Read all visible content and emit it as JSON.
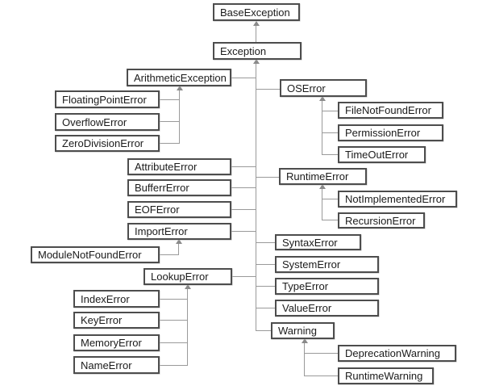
{
  "diagram": {
    "kind": "class-hierarchy",
    "root_label": "BaseException"
  },
  "colors": {
    "background": "#ffffff",
    "box_fill": "#ffffff",
    "box_border": "#4d4d4d",
    "connector": "#9a9a9a",
    "arrowhead": "#8a8a8a",
    "text": "#1b1b1b"
  },
  "nodes": {
    "base_exception": {
      "label": "BaseException"
    },
    "exception": {
      "label": "Exception"
    },
    "arithmetic_exception": {
      "label": "ArithmeticException"
    },
    "floating_point_error": {
      "label": "FloatingPointError"
    },
    "overflow_error": {
      "label": "OverflowError"
    },
    "zero_division_error": {
      "label": "ZeroDivisionError"
    },
    "os_error": {
      "label": "OSError"
    },
    "file_not_found_error": {
      "label": "FileNotFoundError"
    },
    "permission_error": {
      "label": "PermissionError"
    },
    "time_out_error": {
      "label": "TimeOutError"
    },
    "attribute_error": {
      "label": "AttributeError"
    },
    "bufferr_error": {
      "label": "BufferrError"
    },
    "eof_error": {
      "label": "EOFError"
    },
    "import_error": {
      "label": "ImportError"
    },
    "module_not_found_error": {
      "label": "ModuleNotFoundError"
    },
    "lookup_error": {
      "label": "LookupError"
    },
    "index_error": {
      "label": "IndexError"
    },
    "key_error": {
      "label": "KeyError"
    },
    "memory_error": {
      "label": "MemoryError"
    },
    "name_error": {
      "label": "NameError"
    },
    "runtime_error": {
      "label": "RuntimeError"
    },
    "not_implemented_error": {
      "label": "NotImplementedError"
    },
    "recursion_error": {
      "label": "RecursionError"
    },
    "syntax_error": {
      "label": "SyntaxError"
    },
    "system_error": {
      "label": "SystemError"
    },
    "type_error": {
      "label": "TypeError"
    },
    "value_error": {
      "label": "ValueError"
    },
    "warning": {
      "label": "Warning"
    },
    "deprecation_warning": {
      "label": "DeprecationWarning"
    },
    "runtime_warning": {
      "label": "RuntimeWarning"
    }
  },
  "edges": [
    {
      "child": "Exception",
      "parent": "BaseException"
    },
    {
      "child": "ArithmeticException",
      "parent": "Exception"
    },
    {
      "child": "FloatingPointError",
      "parent": "ArithmeticException"
    },
    {
      "child": "OverflowError",
      "parent": "ArithmeticException"
    },
    {
      "child": "ZeroDivisionError",
      "parent": "ArithmeticException"
    },
    {
      "child": "OSError",
      "parent": "Exception"
    },
    {
      "child": "FileNotFoundError",
      "parent": "OSError"
    },
    {
      "child": "PermissionError",
      "parent": "OSError"
    },
    {
      "child": "TimeOutError",
      "parent": "OSError"
    },
    {
      "child": "AttributeError",
      "parent": "Exception"
    },
    {
      "child": "BufferrError",
      "parent": "Exception"
    },
    {
      "child": "EOFError",
      "parent": "Exception"
    },
    {
      "child": "ImportError",
      "parent": "Exception"
    },
    {
      "child": "ModuleNotFoundError",
      "parent": "ImportError"
    },
    {
      "child": "LookupError",
      "parent": "Exception"
    },
    {
      "child": "IndexError",
      "parent": "LookupError"
    },
    {
      "child": "KeyError",
      "parent": "LookupError"
    },
    {
      "child": "MemoryError",
      "parent": "LookupError"
    },
    {
      "child": "NameError",
      "parent": "LookupError"
    },
    {
      "child": "RuntimeError",
      "parent": "Exception"
    },
    {
      "child": "NotImplementedError",
      "parent": "RuntimeError"
    },
    {
      "child": "RecursionError",
      "parent": "RuntimeError"
    },
    {
      "child": "SyntaxError",
      "parent": "Exception"
    },
    {
      "child": "SystemError",
      "parent": "Exception"
    },
    {
      "child": "TypeError",
      "parent": "Exception"
    },
    {
      "child": "ValueError",
      "parent": "Exception"
    },
    {
      "child": "Warning",
      "parent": "Exception"
    },
    {
      "child": "DeprecationWarning",
      "parent": "Warning"
    },
    {
      "child": "RuntimeWarning",
      "parent": "Warning"
    }
  ]
}
